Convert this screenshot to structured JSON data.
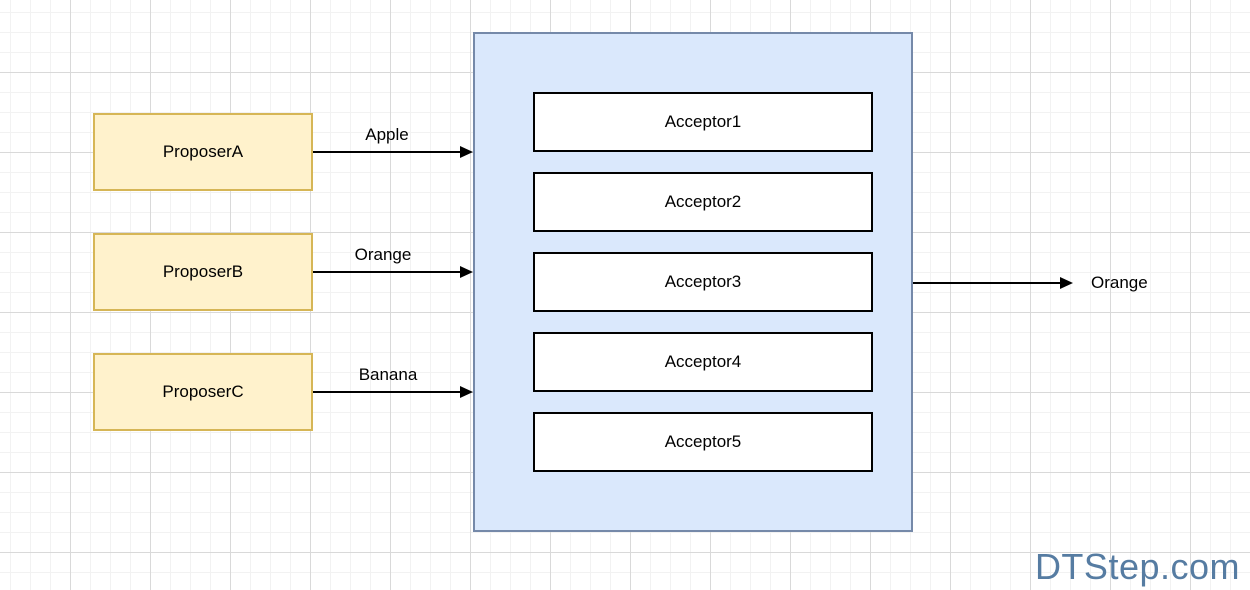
{
  "diagram": {
    "title": "proposers-acceptors-consensus-diagram",
    "proposers": [
      {
        "label": "ProposerA"
      },
      {
        "label": "ProposerB"
      },
      {
        "label": "ProposerC"
      }
    ],
    "acceptors": [
      {
        "label": "Acceptor1"
      },
      {
        "label": "Acceptor2"
      },
      {
        "label": "Acceptor3"
      },
      {
        "label": "Acceptor4"
      },
      {
        "label": "Acceptor5"
      }
    ],
    "arrows": {
      "inputs": [
        {
          "from": "ProposerA",
          "label": "Apple"
        },
        {
          "from": "ProposerB",
          "label": "Orange"
        },
        {
          "from": "ProposerC",
          "label": "Banana"
        }
      ],
      "output": {
        "label": "Orange"
      }
    },
    "colors": {
      "proposer_fill": "#fff2cc",
      "proposer_border": "#d6b656",
      "container_fill": "#dae8fc",
      "container_border": "#7589a9",
      "acceptor_fill": "#ffffff",
      "acceptor_border": "#000000",
      "arrow": "#000000",
      "watermark": "#567ca2"
    }
  },
  "watermark": {
    "text": "DTStep.com"
  }
}
